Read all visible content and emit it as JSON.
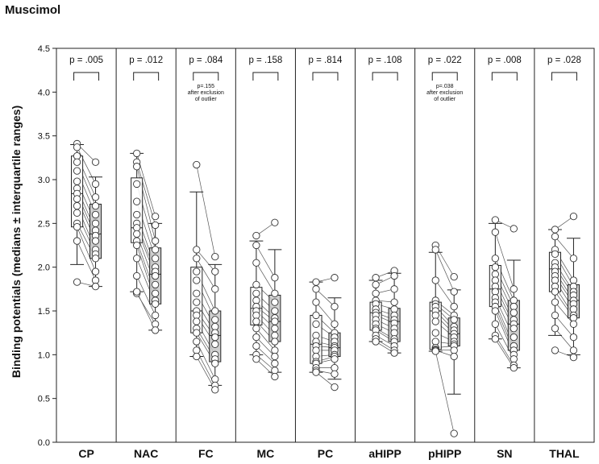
{
  "figure": {
    "title": "Muscimol"
  },
  "chart_data": {
    "type": "box",
    "title": "Muscimol",
    "xlabel": "",
    "ylabel": "Binding potentials (medians ± interquartile ranges)",
    "ylim": [
      0,
      4.5
    ],
    "yticks": [
      "0.0",
      "0.5",
      "1.0",
      "1.5",
      "2.0",
      "2.5",
      "3.0",
      "3.5",
      "4.0",
      "4.5"
    ],
    "grid": false,
    "groups": [
      {
        "region": "CP",
        "p_label": "p = .005",
        "note": [],
        "left": {
          "whisker_low": 2.03,
          "q1": 2.46,
          "median": 2.84,
          "q3": 3.27,
          "whisker_high": 3.4,
          "points": [
            3.41,
            3.37,
            3.27,
            3.2,
            3.1,
            2.98,
            2.9,
            2.84,
            2.78,
            2.7,
            2.62,
            2.5,
            2.46,
            2.3,
            1.83
          ]
        },
        "right": {
          "whisker_low": 1.78,
          "q1": 2.1,
          "median": 2.38,
          "q3": 2.72,
          "whisker_high": 3.03,
          "points": [
            3.2,
            2.95,
            2.8,
            2.7,
            2.6,
            2.5,
            2.42,
            2.36,
            2.3,
            2.2,
            2.15,
            2.1,
            1.95,
            1.85,
            1.78
          ]
        }
      },
      {
        "region": "NAC",
        "p_label": "p = .012",
        "note": [],
        "left": {
          "whisker_low": 1.72,
          "q1": 2.28,
          "median": 2.45,
          "q3": 3.02,
          "whisker_high": 3.3,
          "points": [
            3.3,
            3.2,
            3.15,
            2.95,
            2.75,
            2.6,
            2.5,
            2.45,
            2.38,
            2.3,
            2.25,
            2.1,
            1.9,
            1.7,
            1.72
          ]
        },
        "right": {
          "whisker_low": 1.28,
          "q1": 1.58,
          "median": 1.92,
          "q3": 2.22,
          "whisker_high": 2.5,
          "points": [
            2.58,
            2.48,
            2.3,
            2.2,
            2.1,
            2.0,
            1.95,
            1.9,
            1.8,
            1.7,
            1.62,
            1.58,
            1.45,
            1.35,
            1.28
          ]
        }
      },
      {
        "region": "FC",
        "p_label": "p = .084",
        "note": [
          "p=.155",
          "after exclusion",
          "of outlier"
        ],
        "left": {
          "whisker_low": 0.98,
          "q1": 1.25,
          "median": 1.5,
          "q3": 2.0,
          "whisker_high": 2.86,
          "points": [
            3.17,
            2.2,
            2.1,
            1.95,
            1.85,
            1.7,
            1.6,
            1.5,
            1.45,
            1.38,
            1.3,
            1.25,
            1.15,
            1.05,
            0.98
          ]
        },
        "right": {
          "whisker_low": 0.65,
          "q1": 0.92,
          "median": 1.22,
          "q3": 1.5,
          "whisker_high": 2.03,
          "points": [
            2.12,
            1.95,
            1.75,
            1.5,
            1.4,
            1.32,
            1.25,
            1.2,
            1.12,
            1.0,
            0.95,
            0.9,
            0.72,
            0.65,
            0.6
          ]
        }
      },
      {
        "region": "MC",
        "p_label": "p = .158",
        "note": [],
        "left": {
          "whisker_low": 1.0,
          "q1": 1.34,
          "median": 1.53,
          "q3": 1.77,
          "whisker_high": 2.3,
          "points": [
            2.36,
            2.25,
            2.05,
            1.8,
            1.7,
            1.62,
            1.55,
            1.5,
            1.45,
            1.38,
            1.3,
            1.2,
            1.1,
            1.0,
            0.95
          ]
        },
        "right": {
          "whisker_low": 0.8,
          "q1": 1.15,
          "median": 1.38,
          "q3": 1.68,
          "whisker_high": 2.2,
          "points": [
            2.51,
            1.88,
            1.7,
            1.6,
            1.5,
            1.42,
            1.38,
            1.3,
            1.22,
            1.15,
            1.05,
            0.98,
            0.9,
            0.82,
            0.75
          ]
        }
      },
      {
        "region": "PC",
        "p_label": "p = .814",
        "note": [],
        "left": {
          "whisker_low": 0.8,
          "q1": 0.9,
          "median": 1.12,
          "q3": 1.45,
          "whisker_high": 1.83,
          "points": [
            1.83,
            1.75,
            1.6,
            1.45,
            1.35,
            1.22,
            1.15,
            1.1,
            1.05,
            0.98,
            0.92,
            0.9,
            0.85,
            0.82,
            0.8
          ]
        },
        "right": {
          "whisker_low": 0.72,
          "q1": 0.98,
          "median": 1.08,
          "q3": 1.25,
          "whisker_high": 1.65,
          "points": [
            1.88,
            1.55,
            1.35,
            1.25,
            1.2,
            1.15,
            1.1,
            1.08,
            1.05,
            1.0,
            0.98,
            0.95,
            0.85,
            0.78,
            0.63
          ]
        }
      },
      {
        "region": "aHIPP",
        "p_label": "p = .108",
        "note": [],
        "left": {
          "whisker_low": 1.15,
          "q1": 1.28,
          "median": 1.48,
          "q3": 1.6,
          "whisker_high": 1.85,
          "points": [
            1.88,
            1.8,
            1.7,
            1.62,
            1.58,
            1.52,
            1.48,
            1.45,
            1.4,
            1.35,
            1.3,
            1.28,
            1.22,
            1.18,
            1.15
          ]
        },
        "right": {
          "whisker_low": 1.02,
          "q1": 1.15,
          "median": 1.38,
          "q3": 1.53,
          "whisker_high": 1.93,
          "points": [
            1.96,
            1.9,
            1.75,
            1.6,
            1.52,
            1.45,
            1.4,
            1.36,
            1.3,
            1.25,
            1.18,
            1.15,
            1.1,
            1.05,
            1.02
          ]
        }
      },
      {
        "region": "pHIPP",
        "p_label": "p = .022",
        "note": [
          "p=.038",
          "after exclusion",
          "of outlier"
        ],
        "left": {
          "whisker_low": 1.04,
          "q1": 1.06,
          "median": 1.5,
          "q3": 1.6,
          "whisker_high": 2.17,
          "points": [
            2.25,
            2.2,
            1.85,
            1.62,
            1.58,
            1.55,
            1.5,
            1.45,
            1.38,
            1.25,
            1.15,
            1.08,
            1.06,
            1.05,
            1.04
          ]
        },
        "right": {
          "whisker_low": 0.55,
          "q1": 1.1,
          "median": 1.24,
          "q3": 1.42,
          "whisker_high": 1.74,
          "points": [
            1.89,
            1.72,
            1.55,
            1.45,
            1.4,
            1.32,
            1.28,
            1.24,
            1.2,
            1.15,
            1.12,
            1.1,
            1.05,
            0.98,
            0.1
          ]
        }
      },
      {
        "region": "SN",
        "p_label": "p = .008",
        "note": [],
        "left": {
          "whisker_low": 1.18,
          "q1": 1.55,
          "median": 1.75,
          "q3": 2.02,
          "whisker_high": 2.5,
          "points": [
            2.54,
            2.4,
            2.1,
            2.0,
            1.92,
            1.85,
            1.78,
            1.72,
            1.65,
            1.6,
            1.55,
            1.5,
            1.35,
            1.22,
            1.18
          ]
        },
        "right": {
          "whisker_low": 0.85,
          "q1": 1.05,
          "median": 1.35,
          "q3": 1.62,
          "whisker_high": 2.08,
          "points": [
            2.44,
            1.75,
            1.62,
            1.55,
            1.48,
            1.4,
            1.35,
            1.3,
            1.2,
            1.1,
            1.05,
            1.0,
            0.95,
            0.88,
            0.85
          ]
        }
      },
      {
        "region": "THAL",
        "p_label": "p = .028",
        "note": [],
        "left": {
          "whisker_low": 1.22,
          "q1": 1.72,
          "median": 1.98,
          "q3": 2.17,
          "whisker_high": 2.43,
          "points": [
            2.43,
            2.35,
            2.2,
            2.15,
            2.05,
            2.0,
            1.95,
            1.9,
            1.85,
            1.78,
            1.72,
            1.6,
            1.45,
            1.3,
            1.05
          ]
        },
        "right": {
          "whisker_low": 1.0,
          "q1": 1.42,
          "median": 1.62,
          "q3": 1.8,
          "whisker_high": 2.33,
          "points": [
            2.58,
            2.1,
            1.85,
            1.78,
            1.72,
            1.68,
            1.62,
            1.58,
            1.52,
            1.45,
            1.42,
            1.35,
            1.2,
            1.05,
            0.97
          ]
        }
      }
    ]
  }
}
